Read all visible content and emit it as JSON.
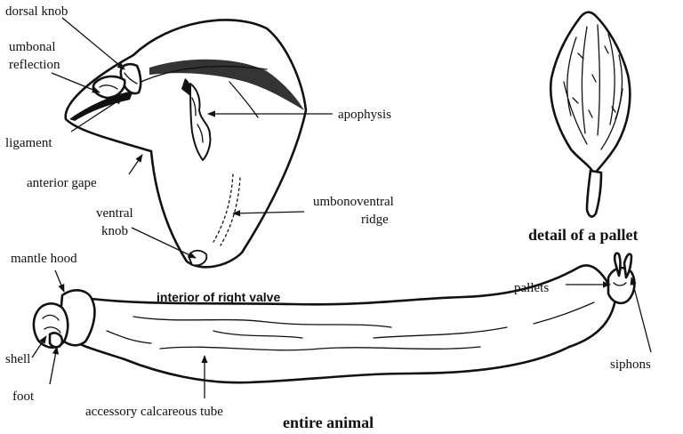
{
  "captions": {
    "valve": "interior of right valve",
    "pallet": "detail of a pallet",
    "animal": "entire animal"
  },
  "labels": {
    "dorsal_knob": "dorsal knob",
    "umbonal_reflection_1": "umbonal",
    "umbonal_reflection_2": "reflection",
    "ligament": "ligament",
    "anterior_gape": "anterior gape",
    "apophysis": "apophysis",
    "umbonoventral_ridge_1": "umbonoventral",
    "umbonoventral_ridge_2": "ridge",
    "ventral_knob_1": "ventral",
    "ventral_knob_2": "knob",
    "mantle_hood": "mantle hood",
    "shell": "shell",
    "foot": "foot",
    "accessory_tube": "accessory calcareous tube",
    "pallets": "pallets",
    "siphons": "siphons"
  }
}
